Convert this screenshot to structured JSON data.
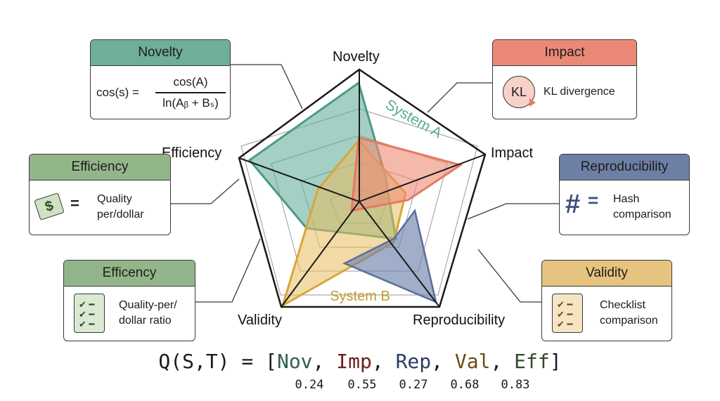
{
  "axes": {
    "novelty": "Novelty",
    "impact": "Impact",
    "reproducibility": "Reproducibility",
    "validity": "Validity",
    "efficiency": "Efficiency"
  },
  "series": {
    "a": {
      "name": "System A",
      "color": "#5aa896"
    },
    "b": {
      "name": "System B",
      "color": "#c49a2c"
    }
  },
  "cards": {
    "novelty": {
      "title": "Novelty",
      "color": "#6fae98",
      "lhs": "cos(s) =",
      "num": "cos(A)",
      "den": "ln(Aᵦ + Bₛ)"
    },
    "impact": {
      "title": "Impact",
      "color": "#ea8a76",
      "badge": "KL",
      "text": "KL divergence"
    },
    "reproducibility": {
      "title": "Reproducibility",
      "color": "#6e7fa6",
      "symbol": "#=",
      "line1": "Hash",
      "line2": "comparison"
    },
    "validity": {
      "title": "Validity",
      "color": "#e6c37f",
      "line1": "Checklist",
      "line2": "comparison"
    },
    "efficiency": {
      "title": "Efficiency",
      "color": "#93b58a",
      "symbol": "$ =",
      "line1": "Quality",
      "line2": "per/dollar"
    },
    "efficency": {
      "title": "Efficency",
      "color": "#93b58a",
      "line1": "Quality-per/",
      "line2": "dollar ratio"
    }
  },
  "formula": {
    "prefix": "Q(S,T) = [",
    "terms": [
      {
        "label": "Nov",
        "color": "#2f5f52"
      },
      {
        "label": "Imp",
        "color": "#6a1f16"
      },
      {
        "label": "Rep",
        "color": "#2c3b66"
      },
      {
        "label": "Val",
        "color": "#6b4a14"
      },
      {
        "label": "Eff",
        "color": "#2f4a25"
      }
    ],
    "sep": ", ",
    "suffix": "]",
    "scores": [
      "0.24",
      "0.55",
      "0.27",
      "0.68",
      "0.83"
    ]
  }
}
